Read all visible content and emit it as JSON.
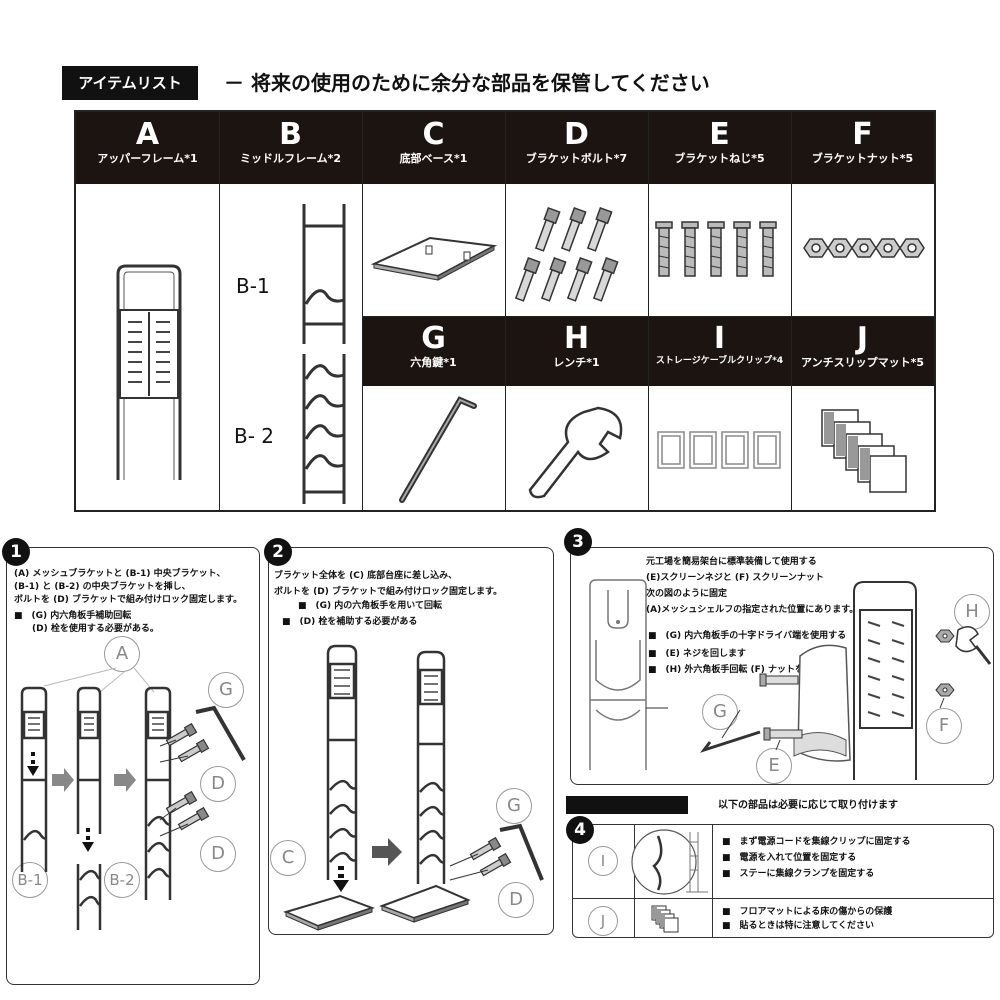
{
  "header": {
    "badge": "アイテムリスト",
    "title": "－ 将来の使用のために余分な部品を保管してください"
  },
  "parts": [
    {
      "letter": "A",
      "name": "アッパーフレーム*1"
    },
    {
      "letter": "B",
      "name": "ミッドルフレーム*2"
    },
    {
      "letter": "C",
      "name": "底部ベース*1"
    },
    {
      "letter": "D",
      "name": "ブラケットボルト*7"
    },
    {
      "letter": "E",
      "name": "ブラケットねじ*5"
    },
    {
      "letter": "F",
      "name": "ブラケットナット*5"
    },
    {
      "letter": "G",
      "name": "六角鍵*1"
    },
    {
      "letter": "H",
      "name": "レンチ*1"
    },
    {
      "letter": "I",
      "name": "ストレージケーブルクリップ*4"
    },
    {
      "letter": "J",
      "name": "アンチスリップマット*5"
    }
  ],
  "b_labels": {
    "b1": "B-1",
    "b2": "B- 2"
  },
  "step1": {
    "num": "1",
    "lines": [
      "(A) メッシュブラケットと (B-1) 中央ブラケット、",
      "(B-1) と (B-2) の中央ブラケットを挿し、",
      "ボルトを (D) ブラケットで組み付けロック固定します。",
      "■　(G) 内六角板手補助回転",
      "　　(D) 栓を使用する必要がある。"
    ],
    "labels": {
      "a": "A",
      "g": "G",
      "d1": "D",
      "d2": "D",
      "b1": "B-1",
      "b2": "B-2"
    }
  },
  "step2": {
    "num": "2",
    "lines": [
      "ブラケット全体を (C) 底部台座に差し込み、",
      "ボルトを (D) ブラケットで組み付けロック固定します。",
      "■　(G) 内の六角板手を用いて回転",
      "■　(D) 栓を補助する必要がある"
    ],
    "labels": {
      "c": "C",
      "g": "G",
      "d": "D"
    }
  },
  "step3": {
    "num": "3",
    "lines": [
      "元工場を簡易架台に標準装備して使用する",
      "(E)スクリーンネジと (F) スクリーンナット",
      "次の図のように固定",
      "(A)メッシュシェルフの指定された位置にあります。",
      "■　(G) 内六角板手の十字ドライバ端を使用する",
      "■　(E) ネジを回します",
      "■　(H) 外六角板手回転 (F) ナットを使用する"
    ],
    "labels": {
      "h": "H",
      "g": "G",
      "e": "E",
      "f": "F"
    }
  },
  "optional_note": "以下の部品は必要に応じて取り付けます",
  "step4": {
    "num": "4",
    "row1_label": "I",
    "row1_lines": [
      "■　まず電源コードを集線クリップに固定する",
      "■　電源を入れて位置を固定する",
      "■　ステーに集線クランプを固定する"
    ],
    "row2_label": "J",
    "row2_lines": [
      "■　フロアマットによる床の傷からの保護",
      "■　貼るときは特に注意してください"
    ]
  }
}
